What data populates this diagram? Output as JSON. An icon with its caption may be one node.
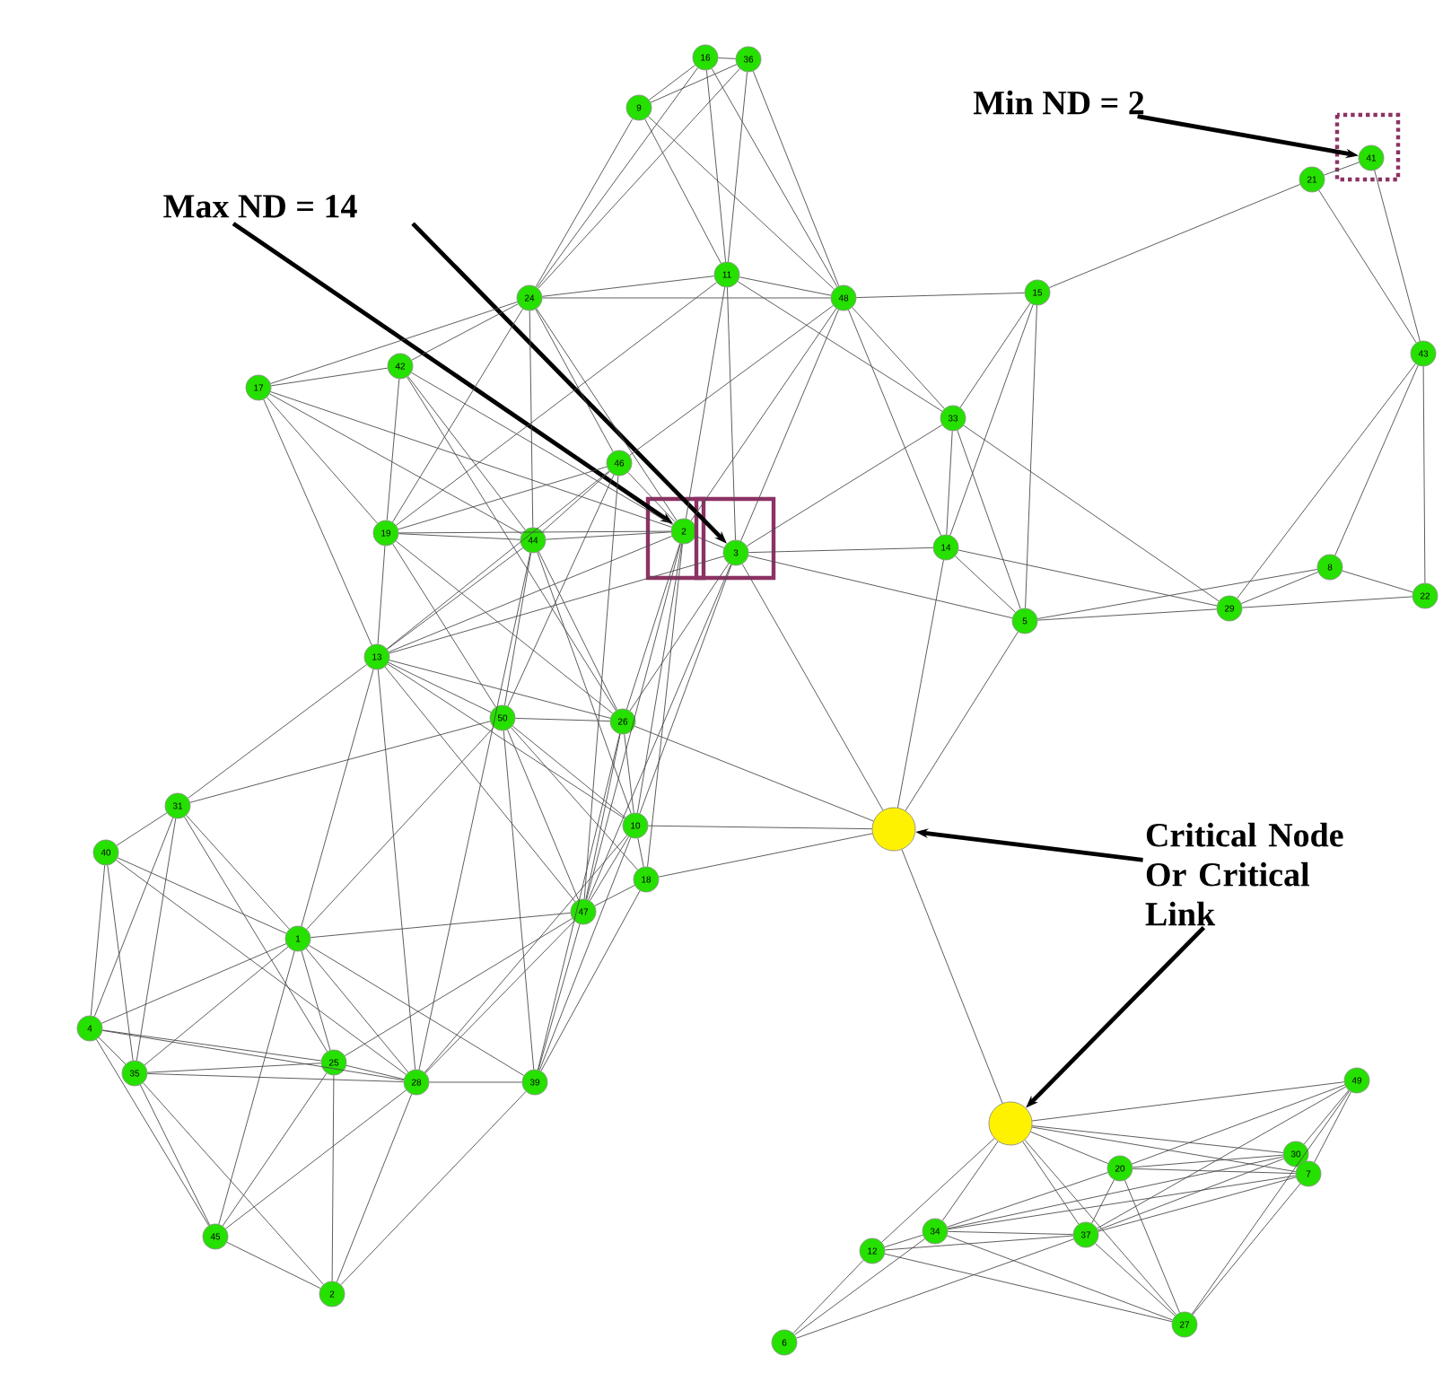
{
  "diagram": {
    "nodes": [
      {
        "text": [
          "16"
        ]
      },
      {
        "text": [
          "36"
        ]
      },
      {
        "text": [
          "9"
        ]
      },
      {
        "text": [
          "41"
        ]
      },
      {
        "text": [
          "21"
        ]
      },
      {
        "text": [
          "11"
        ]
      },
      {
        "text": [
          "15"
        ]
      },
      {
        "text": [
          "24"
        ]
      },
      {
        "text": [
          "48"
        ]
      },
      {
        "text": [
          "43"
        ]
      },
      {
        "text": [
          "42"
        ]
      },
      {
        "text": [
          "17"
        ]
      },
      {
        "text": [
          "33"
        ]
      },
      {
        "text": [
          "46"
        ]
      },
      {
        "text": [
          "19"
        ]
      },
      {
        "text": [
          "44"
        ]
      },
      {
        "text": [
          "2"
        ]
      },
      {
        "text": [
          "3"
        ]
      },
      {
        "text": [
          "14"
        ]
      },
      {
        "text": [
          "8"
        ]
      },
      {
        "text": [
          "22"
        ]
      },
      {
        "text": [
          "29"
        ]
      },
      {
        "text": [
          "5"
        ]
      },
      {
        "text": [
          "13"
        ]
      },
      {
        "text": [
          "50"
        ]
      },
      {
        "text": [
          "26"
        ]
      },
      {
        "text": [
          "31"
        ]
      },
      {
        "text": [
          "10"
        ]
      },
      {
        "text": [],
        "shape": "circle"
      },
      {
        "text": [
          "40"
        ]
      },
      {
        "text": [
          "18"
        ]
      },
      {
        "text": [
          "47"
        ]
      },
      {
        "text": [
          "1"
        ]
      },
      {
        "text": [
          "4"
        ]
      },
      {
        "text": [
          "25"
        ]
      },
      {
        "text": [
          "35"
        ]
      },
      {
        "text": [
          "28"
        ]
      },
      {
        "text": [
          "39"
        ]
      },
      {
        "text": [
          "49"
        ]
      },
      {
        "text": [],
        "shape": "circle"
      },
      {
        "text": [
          "30"
        ]
      },
      {
        "text": [
          "20"
        ]
      },
      {
        "text": [
          "7"
        ]
      },
      {
        "text": [
          "34"
        ]
      },
      {
        "text": [
          "37"
        ]
      },
      {
        "text": [
          "45"
        ]
      },
      {
        "text": [
          "12"
        ]
      },
      {
        "text": [
          "2"
        ]
      },
      {
        "text": [
          "27"
        ]
      },
      {
        "text": [
          "6"
        ]
      },
      {
        "text": [
          "Max ND = 14"
        ]
      },
      {
        "text": [
          "Min ND = 2"
        ]
      },
      {
        "text": [
          "Critical Node Or Critical Link"
        ]
      }
    ],
    "edges": [
      {
        "from": 50,
        "to": 16,
        "arrow": "to",
        "style": "thick",
        "color": "#000000"
      },
      {
        "from": 50,
        "to": 17,
        "arrow": "to",
        "style": "thick",
        "color": "#000000"
      },
      {
        "from": 51,
        "to": 3,
        "arrow": "to",
        "style": "thick",
        "color": "#000000"
      },
      {
        "from": 52,
        "to": 28,
        "arrow": "to",
        "style": "thick",
        "color": "#000000"
      },
      {
        "from": 52,
        "to": 39,
        "arrow": "to",
        "style": "thick",
        "color": "#000000"
      },
      {
        "from": 0,
        "to": 1,
        "arrow": "none"
      },
      {
        "from": 0,
        "to": 2,
        "arrow": "none"
      },
      {
        "from": 0,
        "to": 5,
        "arrow": "none"
      },
      {
        "from": 0,
        "to": 7,
        "arrow": "none"
      },
      {
        "from": 0,
        "to": 8,
        "arrow": "none"
      },
      {
        "from": 1,
        "to": 2,
        "arrow": "none"
      },
      {
        "from": 1,
        "to": 5,
        "arrow": "none"
      },
      {
        "from": 1,
        "to": 8,
        "arrow": "none"
      },
      {
        "from": 1,
        "to": 7,
        "arrow": "none"
      },
      {
        "from": 2,
        "to": 5,
        "arrow": "none"
      },
      {
        "from": 2,
        "to": 8,
        "arrow": "none"
      },
      {
        "from": 2,
        "to": 7,
        "arrow": "none"
      },
      {
        "from": 5,
        "to": 7,
        "arrow": "none"
      },
      {
        "from": 5,
        "to": 8,
        "arrow": "none"
      },
      {
        "from": 5,
        "to": 16,
        "arrow": "none"
      },
      {
        "from": 5,
        "to": 17,
        "arrow": "none"
      },
      {
        "from": 5,
        "to": 12,
        "arrow": "none"
      },
      {
        "from": 5,
        "to": 14,
        "arrow": "none"
      },
      {
        "from": 7,
        "to": 8,
        "arrow": "none"
      },
      {
        "from": 7,
        "to": 10,
        "arrow": "none"
      },
      {
        "from": 7,
        "to": 11,
        "arrow": "none"
      },
      {
        "from": 7,
        "to": 13,
        "arrow": "none"
      },
      {
        "from": 7,
        "to": 15,
        "arrow": "none"
      },
      {
        "from": 7,
        "to": 14,
        "arrow": "none"
      },
      {
        "from": 7,
        "to": 16,
        "arrow": "none"
      },
      {
        "from": 8,
        "to": 6,
        "arrow": "none"
      },
      {
        "from": 8,
        "to": 12,
        "arrow": "none"
      },
      {
        "from": 8,
        "to": 18,
        "arrow": "none"
      },
      {
        "from": 8,
        "to": 16,
        "arrow": "none"
      },
      {
        "from": 8,
        "to": 17,
        "arrow": "none"
      },
      {
        "from": 8,
        "to": 13,
        "arrow": "none"
      },
      {
        "from": 6,
        "to": 4,
        "arrow": "none"
      },
      {
        "from": 6,
        "to": 12,
        "arrow": "none"
      },
      {
        "from": 6,
        "to": 18,
        "arrow": "none"
      },
      {
        "from": 6,
        "to": 22,
        "arrow": "none"
      },
      {
        "from": 4,
        "to": 3,
        "arrow": "none"
      },
      {
        "from": 4,
        "to": 9,
        "arrow": "none"
      },
      {
        "from": 3,
        "to": 9,
        "arrow": "none"
      },
      {
        "from": 9,
        "to": 19,
        "arrow": "none"
      },
      {
        "from": 9,
        "to": 21,
        "arrow": "none"
      },
      {
        "from": 9,
        "to": 20,
        "arrow": "none"
      },
      {
        "from": 12,
        "to": 18,
        "arrow": "none"
      },
      {
        "from": 12,
        "to": 22,
        "arrow": "none"
      },
      {
        "from": 12,
        "to": 21,
        "arrow": "none"
      },
      {
        "from": 12,
        "to": 17,
        "arrow": "none"
      },
      {
        "from": 18,
        "to": 17,
        "arrow": "none"
      },
      {
        "from": 18,
        "to": 22,
        "arrow": "none"
      },
      {
        "from": 18,
        "to": 21,
        "arrow": "none"
      },
      {
        "from": 18,
        "to": 28,
        "arrow": "none"
      },
      {
        "from": 22,
        "to": 21,
        "arrow": "none"
      },
      {
        "from": 22,
        "to": 19,
        "arrow": "none"
      },
      {
        "from": 22,
        "to": 28,
        "arrow": "none"
      },
      {
        "from": 22,
        "to": 17,
        "arrow": "none"
      },
      {
        "from": 21,
        "to": 19,
        "arrow": "none"
      },
      {
        "from": 21,
        "to": 20,
        "arrow": "none"
      },
      {
        "from": 19,
        "to": 20,
        "arrow": "none"
      },
      {
        "from": 10,
        "to": 11,
        "arrow": "none"
      },
      {
        "from": 10,
        "to": 14,
        "arrow": "none"
      },
      {
        "from": 10,
        "to": 15,
        "arrow": "none"
      },
      {
        "from": 10,
        "to": 16,
        "arrow": "none"
      },
      {
        "from": 10,
        "to": 25,
        "arrow": "none"
      },
      {
        "from": 11,
        "to": 14,
        "arrow": "none"
      },
      {
        "from": 11,
        "to": 23,
        "arrow": "none"
      },
      {
        "from": 11,
        "to": 15,
        "arrow": "none"
      },
      {
        "from": 11,
        "to": 16,
        "arrow": "none"
      },
      {
        "from": 13,
        "to": 15,
        "arrow": "none"
      },
      {
        "from": 13,
        "to": 14,
        "arrow": "none"
      },
      {
        "from": 13,
        "to": 16,
        "arrow": "none"
      },
      {
        "from": 13,
        "to": 24,
        "arrow": "none"
      },
      {
        "from": 13,
        "to": 23,
        "arrow": "none"
      },
      {
        "from": 13,
        "to": 31,
        "arrow": "none"
      },
      {
        "from": 14,
        "to": 15,
        "arrow": "none"
      },
      {
        "from": 14,
        "to": 16,
        "arrow": "none"
      },
      {
        "from": 14,
        "to": 23,
        "arrow": "none"
      },
      {
        "from": 14,
        "to": 24,
        "arrow": "none"
      },
      {
        "from": 14,
        "to": 25,
        "arrow": "none"
      },
      {
        "from": 15,
        "to": 16,
        "arrow": "none"
      },
      {
        "from": 15,
        "to": 23,
        "arrow": "none"
      },
      {
        "from": 15,
        "to": 24,
        "arrow": "none"
      },
      {
        "from": 15,
        "to": 25,
        "arrow": "none"
      },
      {
        "from": 15,
        "to": 27,
        "arrow": "none"
      },
      {
        "from": 15,
        "to": 36,
        "arrow": "none"
      },
      {
        "from": 16,
        "to": 17,
        "arrow": "none"
      },
      {
        "from": 16,
        "to": 25,
        "arrow": "none"
      },
      {
        "from": 16,
        "to": 27,
        "arrow": "none"
      },
      {
        "from": 16,
        "to": 30,
        "arrow": "none"
      },
      {
        "from": 16,
        "to": 31,
        "arrow": "none"
      },
      {
        "from": 16,
        "to": 23,
        "arrow": "none"
      },
      {
        "from": 17,
        "to": 28,
        "arrow": "none"
      },
      {
        "from": 17,
        "to": 25,
        "arrow": "none"
      },
      {
        "from": 17,
        "to": 27,
        "arrow": "none"
      },
      {
        "from": 17,
        "to": 31,
        "arrow": "none"
      },
      {
        "from": 17,
        "to": 23,
        "arrow": "none"
      },
      {
        "from": 23,
        "to": 24,
        "arrow": "none"
      },
      {
        "from": 23,
        "to": 25,
        "arrow": "none"
      },
      {
        "from": 23,
        "to": 26,
        "arrow": "none"
      },
      {
        "from": 23,
        "to": 32,
        "arrow": "none"
      },
      {
        "from": 23,
        "to": 27,
        "arrow": "none"
      },
      {
        "from": 23,
        "to": 31,
        "arrow": "none"
      },
      {
        "from": 23,
        "to": 36,
        "arrow": "none"
      },
      {
        "from": 24,
        "to": 25,
        "arrow": "none"
      },
      {
        "from": 24,
        "to": 26,
        "arrow": "none"
      },
      {
        "from": 24,
        "to": 27,
        "arrow": "none"
      },
      {
        "from": 24,
        "to": 30,
        "arrow": "none"
      },
      {
        "from": 24,
        "to": 31,
        "arrow": "none"
      },
      {
        "from": 24,
        "to": 37,
        "arrow": "none"
      },
      {
        "from": 25,
        "to": 27,
        "arrow": "none"
      },
      {
        "from": 25,
        "to": 28,
        "arrow": "none"
      },
      {
        "from": 25,
        "to": 31,
        "arrow": "none"
      },
      {
        "from": 25,
        "to": 37,
        "arrow": "none"
      },
      {
        "from": 27,
        "to": 28,
        "arrow": "none"
      },
      {
        "from": 27,
        "to": 30,
        "arrow": "none"
      },
      {
        "from": 27,
        "to": 31,
        "arrow": "none"
      },
      {
        "from": 27,
        "to": 37,
        "arrow": "none"
      },
      {
        "from": 27,
        "to": 36,
        "arrow": "none"
      },
      {
        "from": 30,
        "to": 28,
        "arrow": "none"
      },
      {
        "from": 30,
        "to": 31,
        "arrow": "none"
      },
      {
        "from": 30,
        "to": 37,
        "arrow": "none"
      },
      {
        "from": 31,
        "to": 32,
        "arrow": "none"
      },
      {
        "from": 31,
        "to": 37,
        "arrow": "none"
      },
      {
        "from": 31,
        "to": 36,
        "arrow": "none"
      },
      {
        "from": 31,
        "to": 34,
        "arrow": "none"
      },
      {
        "from": 26,
        "to": 29,
        "arrow": "none"
      },
      {
        "from": 26,
        "to": 32,
        "arrow": "none"
      },
      {
        "from": 26,
        "to": 35,
        "arrow": "none"
      },
      {
        "from": 26,
        "to": 33,
        "arrow": "none"
      },
      {
        "from": 26,
        "to": 34,
        "arrow": "none"
      },
      {
        "from": 29,
        "to": 32,
        "arrow": "none"
      },
      {
        "from": 29,
        "to": 33,
        "arrow": "none"
      },
      {
        "from": 29,
        "to": 35,
        "arrow": "none"
      },
      {
        "from": 29,
        "to": 36,
        "arrow": "none"
      },
      {
        "from": 32,
        "to": 33,
        "arrow": "none"
      },
      {
        "from": 32,
        "to": 34,
        "arrow": "none"
      },
      {
        "from": 32,
        "to": 35,
        "arrow": "none"
      },
      {
        "from": 32,
        "to": 36,
        "arrow": "none"
      },
      {
        "from": 32,
        "to": 37,
        "arrow": "none"
      },
      {
        "from": 32,
        "to": 45,
        "arrow": "none"
      },
      {
        "from": 32,
        "to": 24,
        "arrow": "none"
      },
      {
        "from": 33,
        "to": 35,
        "arrow": "none"
      },
      {
        "from": 33,
        "to": 34,
        "arrow": "none"
      },
      {
        "from": 33,
        "to": 36,
        "arrow": "none"
      },
      {
        "from": 33,
        "to": 45,
        "arrow": "none"
      },
      {
        "from": 35,
        "to": 34,
        "arrow": "none"
      },
      {
        "from": 35,
        "to": 36,
        "arrow": "none"
      },
      {
        "from": 35,
        "to": 45,
        "arrow": "none"
      },
      {
        "from": 35,
        "to": 47,
        "arrow": "none"
      },
      {
        "from": 34,
        "to": 36,
        "arrow": "none"
      },
      {
        "from": 34,
        "to": 45,
        "arrow": "none"
      },
      {
        "from": 34,
        "to": 47,
        "arrow": "none"
      },
      {
        "from": 36,
        "to": 37,
        "arrow": "none"
      },
      {
        "from": 36,
        "to": 45,
        "arrow": "none"
      },
      {
        "from": 36,
        "to": 47,
        "arrow": "none"
      },
      {
        "from": 37,
        "to": 47,
        "arrow": "none"
      },
      {
        "from": 45,
        "to": 47,
        "arrow": "none"
      },
      {
        "from": 28,
        "to": 39,
        "arrow": "none"
      },
      {
        "from": 39,
        "to": 38,
        "arrow": "none"
      },
      {
        "from": 39,
        "to": 40,
        "arrow": "none"
      },
      {
        "from": 39,
        "to": 41,
        "arrow": "none"
      },
      {
        "from": 39,
        "to": 42,
        "arrow": "none"
      },
      {
        "from": 39,
        "to": 43,
        "arrow": "none"
      },
      {
        "from": 39,
        "to": 44,
        "arrow": "none"
      },
      {
        "from": 39,
        "to": 46,
        "arrow": "none"
      },
      {
        "from": 39,
        "to": 48,
        "arrow": "none"
      },
      {
        "from": 38,
        "to": 40,
        "arrow": "none"
      },
      {
        "from": 38,
        "to": 42,
        "arrow": "none"
      },
      {
        "from": 38,
        "to": 41,
        "arrow": "none"
      },
      {
        "from": 38,
        "to": 44,
        "arrow": "none"
      },
      {
        "from": 38,
        "to": 48,
        "arrow": "none"
      },
      {
        "from": 40,
        "to": 41,
        "arrow": "none"
      },
      {
        "from": 40,
        "to": 44,
        "arrow": "none"
      },
      {
        "from": 40,
        "to": 43,
        "arrow": "none"
      },
      {
        "from": 42,
        "to": 41,
        "arrow": "none"
      },
      {
        "from": 42,
        "to": 44,
        "arrow": "none"
      },
      {
        "from": 42,
        "to": 48,
        "arrow": "none"
      },
      {
        "from": 42,
        "to": 43,
        "arrow": "none"
      },
      {
        "from": 41,
        "to": 43,
        "arrow": "none"
      },
      {
        "from": 41,
        "to": 44,
        "arrow": "none"
      },
      {
        "from": 41,
        "to": 48,
        "arrow": "none"
      },
      {
        "from": 43,
        "to": 46,
        "arrow": "none"
      },
      {
        "from": 43,
        "to": 44,
        "arrow": "none"
      },
      {
        "from": 43,
        "to": 48,
        "arrow": "none"
      },
      {
        "from": 44,
        "to": 46,
        "arrow": "none"
      },
      {
        "from": 44,
        "to": 48,
        "arrow": "none"
      },
      {
        "from": 44,
        "to": 49,
        "arrow": "none"
      },
      {
        "from": 46,
        "to": 49,
        "arrow": "none"
      },
      {
        "from": 46,
        "to": 48,
        "arrow": "none"
      },
      {
        "from": 49,
        "to": 43,
        "arrow": "none"
      }
    ]
  }
}
